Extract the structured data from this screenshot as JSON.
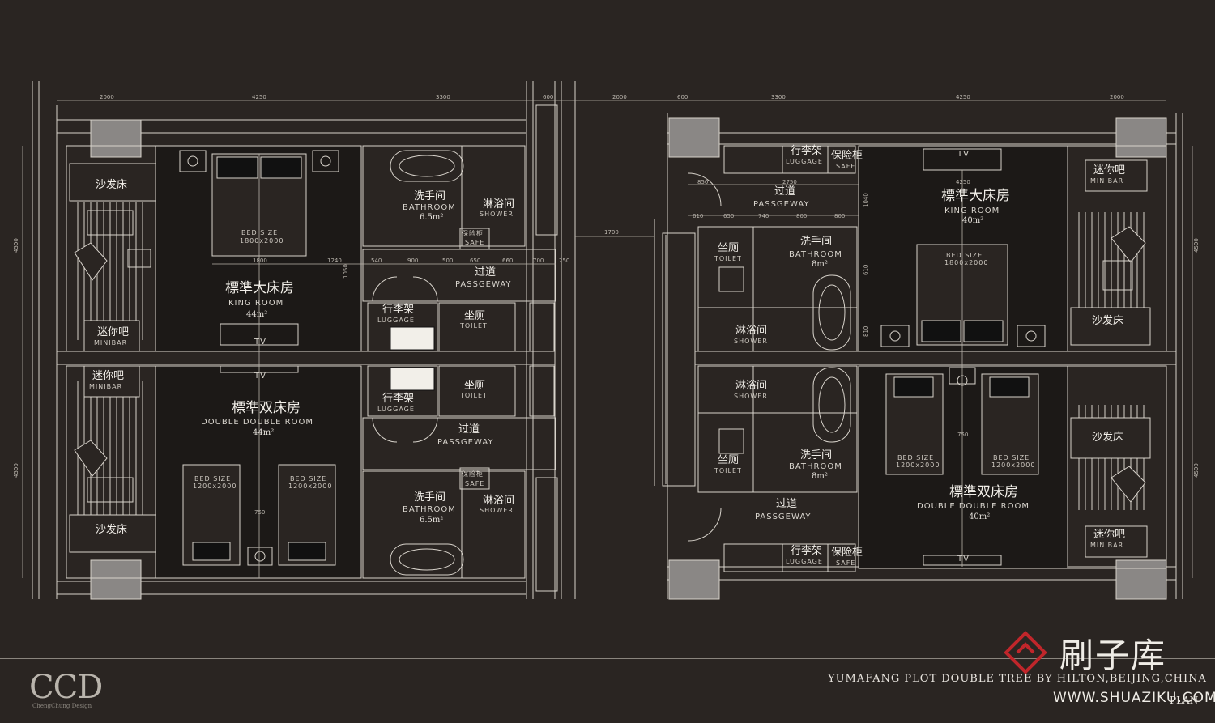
{
  "drawing": {
    "caption": "YUMAFANG PLOT DOUBLE TREE BY HILTON,BEIJING,CHINA",
    "plan_label": "PLAN",
    "studio": {
      "logo": "CCD",
      "name": "ChengChung Design"
    },
    "watermark": {
      "text": "刷子库",
      "url": "WWW.SHUAZIKU.COM"
    }
  },
  "dimensions": {
    "top_left": [
      "2000",
      "4250",
      "3300",
      "600"
    ],
    "top_right": [
      "600",
      "3300",
      "4250",
      "2000"
    ],
    "between": "2000",
    "corridor": "1700",
    "left_side": [
      "4500",
      "4500"
    ],
    "right_side": [
      "4500",
      "4500"
    ],
    "left_mid": [
      "1800",
      "1240",
      "540",
      "900",
      "500",
      "650",
      "660",
      "700",
      "250"
    ],
    "left_bed_gap": "750",
    "left_vert": "1050",
    "right_row1": [
      "850",
      "2750",
      "4250"
    ],
    "right_row2": [
      "610",
      "650",
      "740",
      "800",
      "800"
    ],
    "right_vert": [
      "1040",
      "610",
      "810"
    ],
    "right_bed_gap": "750"
  },
  "left_plan": {
    "king_room": {
      "zh": "標準大床房",
      "en": "KING ROOM",
      "area": "44m²",
      "bed": "BED SIZE",
      "bed_dim": "1800x2000"
    },
    "double_room": {
      "zh": "標準双床房",
      "en": "DOUBLE DOUBLE ROOM",
      "area": "44m²",
      "bed": "BED SIZE",
      "bed_dim": "1200x2000"
    },
    "bathroom": {
      "zh": "洗手间",
      "en": "BATHROOM",
      "area": "6.5m²"
    },
    "shower": {
      "zh": "淋浴间",
      "en": "SHOWER"
    },
    "safe": {
      "zh": "保险柜",
      "en": "SAFE"
    },
    "passageway": {
      "zh": "过道",
      "en": "PASSGEWAY"
    },
    "luggage": {
      "zh": "行李架",
      "en": "LUGGAGE"
    },
    "toilet": {
      "zh": "坐厕",
      "en": "TOILET"
    },
    "minibar": {
      "zh": "迷你吧",
      "en": "MINIBAR"
    },
    "sofa_bed": {
      "zh": "沙发床"
    },
    "tv": "TV"
  },
  "right_plan": {
    "king_room": {
      "zh": "標準大床房",
      "en": "KING ROOM",
      "area": "40m²",
      "bed": "BED SIZE",
      "bed_dim": "1800x2000"
    },
    "double_room": {
      "zh": "標準双床房",
      "en": "DOUBLE DOUBLE ROOM",
      "area": "40m²",
      "bed": "BED SIZE",
      "bed_dim": "1200x2000"
    },
    "bathroom": {
      "zh": "洗手间",
      "en": "BATHROOM",
      "area": "8m²"
    },
    "shower": {
      "zh": "淋浴间",
      "en": "SHOWER"
    },
    "safe": {
      "zh": "保险柜",
      "en": "SAFE"
    },
    "passageway": {
      "zh": "过道",
      "en": "PASSGEWAY"
    },
    "luggage": {
      "zh": "行李架",
      "en": "LUGGAGE"
    },
    "toilet": {
      "zh": "坐厕",
      "en": "TOILET"
    },
    "minibar": {
      "zh": "迷你吧",
      "en": "MINIBAR"
    },
    "sofa_bed": {
      "zh": "沙发床"
    },
    "tv": "TV"
  }
}
